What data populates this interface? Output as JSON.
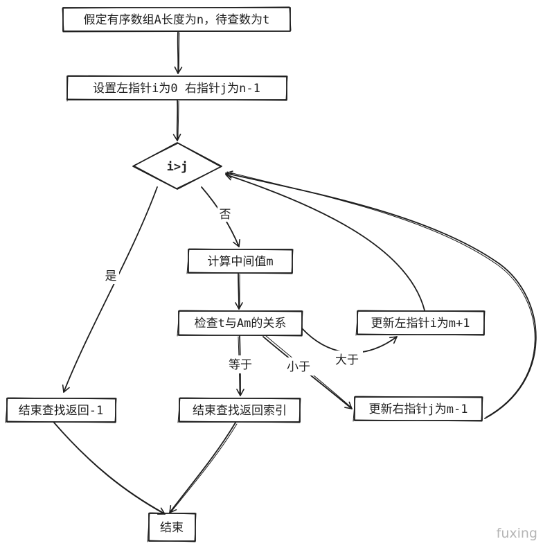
{
  "nodes": {
    "start": "假定有序数组A长度为n，待查数为t",
    "init": "设置左指针i为0 右指针j为n-1",
    "cond": "i>j",
    "mid": "计算中间值m",
    "check": "检查t与Am的关系",
    "left": "更新左指针i为m+1",
    "right": "更新右指针j为m-1",
    "notfound": "结束查找返回-1",
    "found": "结束查找返回索引",
    "end": "结束"
  },
  "edges": {
    "no": "否",
    "yes": "是",
    "equal": "等于",
    "greater": "大于",
    "less": "小于"
  },
  "watermark": "fuxing"
}
